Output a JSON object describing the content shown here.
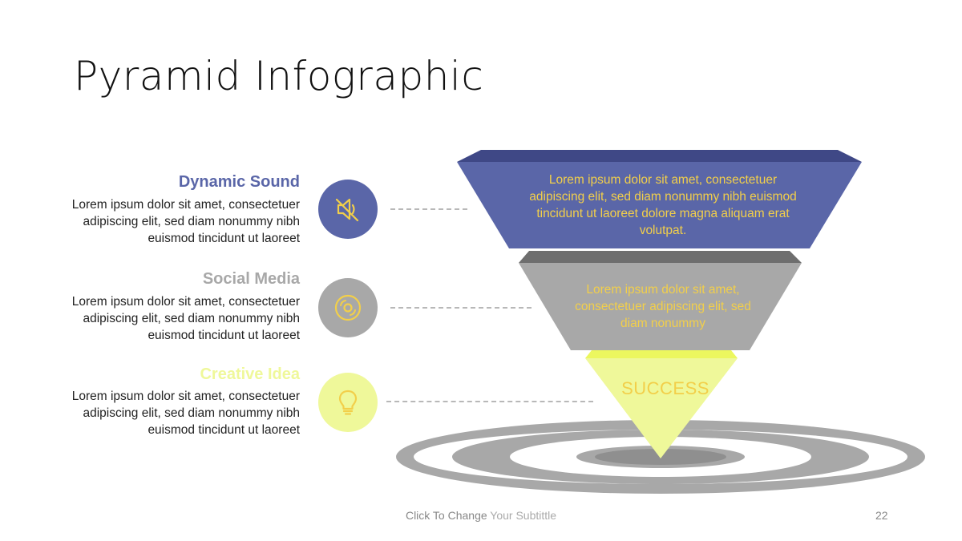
{
  "title": "Pyramid Infographic",
  "items": [
    {
      "heading": "Dynamic Sound",
      "text": "Lorem ipsum dolor sit amet, consectetuer adipiscing elit, sed diam nonummy nibh euismod tincidunt ut laoreet",
      "icon": "speaker-muted-icon",
      "color": "#5a66a8"
    },
    {
      "heading": "Social Media",
      "text": "Lorem ipsum dolor sit amet, consectetuer adipiscing elit, sed diam nonummy nibh euismod tincidunt ut laoreet",
      "icon": "disc-icon",
      "color": "#a8a8a8"
    },
    {
      "heading": "Creative Idea",
      "text": "Lorem ipsum dolor sit amet, consectetuer adipiscing elit, sed diam nonummy nibh euismod tincidunt ut laoreet",
      "icon": "lightbulb-icon",
      "color": "#eff89a"
    }
  ],
  "pyramid": {
    "tier1_text": "Lorem ipsum dolor sit amet, consectetuer adipiscing elit, sed diam nonummy nibh euismod tincidunt ut laoreet dolore magna aliquam erat volutpat.",
    "tier2_text": "Lorem ipsum dolor sit amet, consectetuer adipiscing elit, sed diam nonummy",
    "tier3_text": "SUCCESS"
  },
  "footer": {
    "part1": "Click To Change ",
    "part2": "Your Subtittle",
    "page_number": "22"
  },
  "colors": {
    "blue": "#5a66a8",
    "gray": "#a8a8a8",
    "yellow": "#eff89a",
    "text_accent": "#f2cf4a"
  }
}
